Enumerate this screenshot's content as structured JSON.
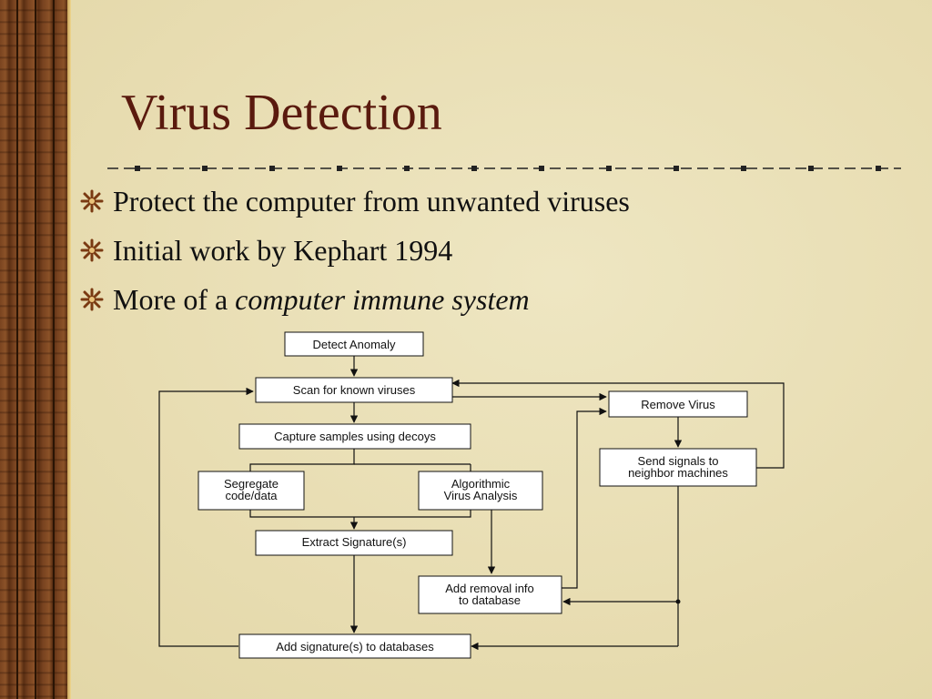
{
  "title": "Virus Detection",
  "bullets": [
    {
      "text": "Protect the computer from unwanted viruses"
    },
    {
      "text": "Initial work by Kephart 1994"
    },
    {
      "text_plain": "More of a ",
      "text_italic": "computer immune system"
    }
  ],
  "diagram": {
    "detect_anomaly": "Detect Anomaly",
    "scan_known": "Scan for known viruses",
    "remove_virus": "Remove Virus",
    "capture_samples": "Capture samples using decoys",
    "send_signals_1": "Send signals to",
    "send_signals_2": "neighbor machines",
    "segregate_1": "Segregate",
    "segregate_2": "code/data",
    "algorithmic_1": "Algorithmic",
    "algorithmic_2": "Virus Analysis",
    "extract_signature": "Extract Signature(s)",
    "add_removal_1": "Add removal info",
    "add_removal_2": "to database",
    "add_signature": "Add signature(s) to databases"
  },
  "colors": {
    "background": "#e9dfb4",
    "title": "#5a1a0e",
    "bullet_icon": "#7a3a12",
    "border_wood": "#6b3a1a"
  }
}
